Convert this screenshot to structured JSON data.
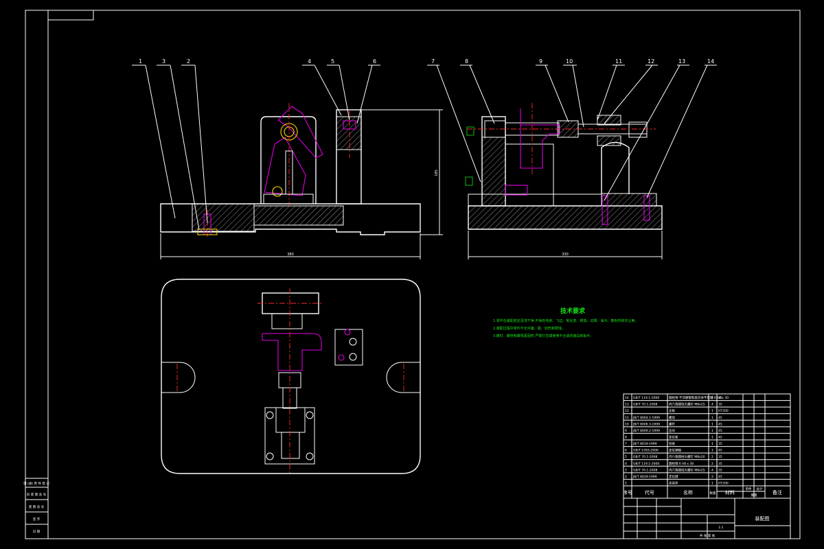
{
  "balloons": [
    "1",
    "3",
    "2",
    "4",
    "5",
    "6",
    "7",
    "8",
    "9",
    "10",
    "11",
    "12",
    "13",
    "14"
  ],
  "dimensions": {
    "front_width": "380",
    "front_height": "185",
    "side_width": "330"
  },
  "technical_requirements": {
    "title": "技术要求",
    "lines": [
      "1.零件在装配前应清洗干净,不得有毛刺、飞边、氧化皮、锈蚀、切屑、油污、着色剂和灰尘等。",
      "2.装配过程中零件不允许磕、碰、划伤和锈蚀。",
      "3.螺钉、螺栓和螺母紧固时,严禁打击或使用不合适的旋具和扳手。"
    ]
  },
  "parts_list": [
    {
      "no": "14",
      "code": "GB/T 119.1-2000",
      "name": "圆柱销 不淬硬钢和奥氏体不锈钢 6 h8 x 30",
      "qty": "2",
      "mat": "35"
    },
    {
      "no": "13",
      "code": "GB/T 70.1-2008",
      "name": "内六角圆柱头螺钉 M8x25",
      "qty": "4",
      "mat": "35"
    },
    {
      "no": "12",
      "code": "",
      "name": "支板",
      "qty": "1",
      "mat": "HT200"
    },
    {
      "no": "11",
      "code": "JB/T 8004.1-1999",
      "name": "螺母",
      "qty": "1",
      "mat": "45"
    },
    {
      "no": "10",
      "code": "JB/T 8006.3-1999",
      "name": "螺杆",
      "qty": "1",
      "mat": "45"
    },
    {
      "no": "9",
      "code": "JB/T 8009.2-1999",
      "name": "压块",
      "qty": "1",
      "mat": "45"
    },
    {
      "no": "8",
      "code": "",
      "name": "定位板",
      "qty": "1",
      "mat": "45"
    },
    {
      "no": "7",
      "code": "JB/T 8019-1999",
      "name": "铰链",
      "qty": "1",
      "mat": "35"
    },
    {
      "no": "6",
      "code": "GB/T 5783-2000",
      "name": "定位销轴",
      "qty": "1",
      "mat": "45"
    },
    {
      "no": "5",
      "code": "GB/T 70.1-2008",
      "name": "内六角圆柱头螺钉 M8x20",
      "qty": "2",
      "mat": "35"
    },
    {
      "no": "4",
      "code": "GB/T 119.1-2000",
      "name": "圆柱销 6 h8 x 30",
      "qty": "2",
      "mat": "35"
    },
    {
      "no": "3",
      "code": "GB/T 70.1-2008",
      "name": "内六角圆柱头螺钉 M8x25",
      "qty": "4",
      "mat": "35"
    },
    {
      "no": "2",
      "code": "JB/T 8029-1999",
      "name": "定位键",
      "qty": "2",
      "mat": "45"
    },
    {
      "no": "1",
      "code": "",
      "name": "夹具体",
      "qty": "1",
      "mat": "HT200"
    }
  ],
  "parts_header": {
    "no": "序号",
    "code": "代号",
    "name": "名称",
    "qty": "数量",
    "mat": "材料",
    "single": "单件",
    "total": "总计",
    "weight": "重量",
    "remark": "备注"
  },
  "title_block": {
    "drawing_name": "装配图",
    "scale": "1:1",
    "sheets": "共 张 第 张"
  },
  "left_stamp": [
    "借 (通) 用 件 登 记",
    "旧 底 图 总 号",
    "底 图 总 号",
    "签 字",
    "日 期"
  ],
  "colors": {
    "background": "#000000",
    "lines": "#ffffff",
    "center": "#ff2a2a",
    "pins": "#e000e0",
    "text": "#19e619",
    "bolt": "#ffd800"
  }
}
